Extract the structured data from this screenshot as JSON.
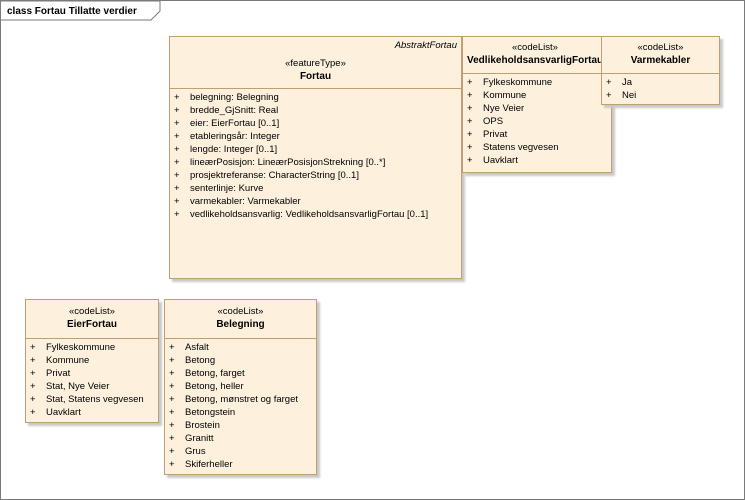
{
  "frame": {
    "title": "class Fortau Tillatte verdier"
  },
  "classes": {
    "fortau": {
      "abstract_name": "AbstraktFortau",
      "stereotype": "«featureType»",
      "name": "Fortau",
      "attributes": [
        {
          "vis": "+",
          "text": "belegning: Belegning"
        },
        {
          "vis": "+",
          "text": "bredde_GjSnitt: Real"
        },
        {
          "vis": "+",
          "text": "eier: EierFortau [0..1]"
        },
        {
          "vis": "+",
          "text": "etableringsår: Integer"
        },
        {
          "vis": "+",
          "text": "lengde: Integer [0..1]"
        },
        {
          "vis": "+",
          "text": "lineærPosisjon: LineærPosisjonStrekning [0..*]"
        },
        {
          "vis": "+",
          "text": "prosjektreferanse: CharacterString [0..1]"
        },
        {
          "vis": "+",
          "text": "senterlinje: Kurve"
        },
        {
          "vis": "+",
          "text": "varmekabler: Varmekabler"
        },
        {
          "vis": "+",
          "text": "vedlikeholdsansvarlig: VedlikeholdsansvarligFortau [0..1]"
        }
      ]
    },
    "vedlikeholdsansvarlig": {
      "stereotype": "«codeList»",
      "name": "VedlikeholdsansvarligFortau",
      "attributes": [
        {
          "vis": "+",
          "text": "Fylkeskommune"
        },
        {
          "vis": "+",
          "text": "Kommune"
        },
        {
          "vis": "+",
          "text": "Nye Veier"
        },
        {
          "vis": "+",
          "text": "OPS"
        },
        {
          "vis": "+",
          "text": "Privat"
        },
        {
          "vis": "+",
          "text": "Statens vegvesen"
        },
        {
          "vis": "+",
          "text": "Uavklart"
        }
      ]
    },
    "varmekabler": {
      "stereotype": "«codeList»",
      "name": "Varmekabler",
      "attributes": [
        {
          "vis": "+",
          "text": "Ja"
        },
        {
          "vis": "+",
          "text": "Nei"
        }
      ]
    },
    "eierfortau": {
      "stereotype": "«codeList»",
      "name": "EierFortau",
      "attributes": [
        {
          "vis": "+",
          "text": "Fylkeskommune"
        },
        {
          "vis": "+",
          "text": "Kommune"
        },
        {
          "vis": "+",
          "text": "Privat"
        },
        {
          "vis": "+",
          "text": "Stat, Nye Veier"
        },
        {
          "vis": "+",
          "text": "Stat, Statens vegvesen"
        },
        {
          "vis": "+",
          "text": "Uavklart"
        }
      ]
    },
    "belegning": {
      "stereotype": "«codeList»",
      "name": "Belegning",
      "attributes": [
        {
          "vis": "+",
          "text": "Asfalt"
        },
        {
          "vis": "+",
          "text": "Betong"
        },
        {
          "vis": "+",
          "text": "Betong, farget"
        },
        {
          "vis": "+",
          "text": "Betong, heller"
        },
        {
          "vis": "+",
          "text": "Betong, mønstret og farget"
        },
        {
          "vis": "+",
          "text": "Betongstein"
        },
        {
          "vis": "+",
          "text": "Brostein"
        },
        {
          "vis": "+",
          "text": "Granitt"
        },
        {
          "vis": "+",
          "text": "Grus"
        },
        {
          "vis": "+",
          "text": "Skiferheller"
        }
      ]
    }
  }
}
